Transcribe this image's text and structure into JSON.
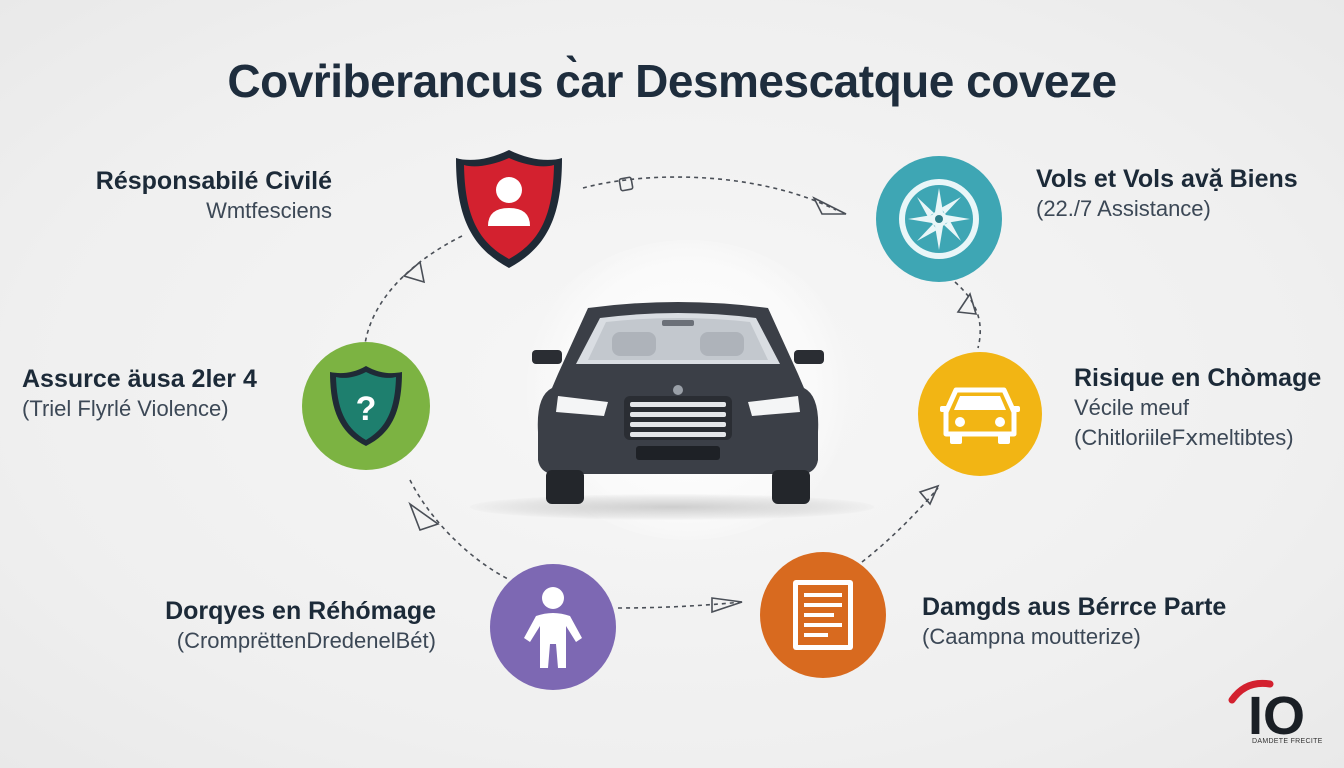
{
  "title": "Covṙiberancus c̀ar Desmescatque coveze",
  "nodes": [
    {
      "id": "shield-red",
      "icon": "shield-person-icon",
      "color": "#d3212f"
    },
    {
      "id": "wheel",
      "icon": "wheel-icon",
      "color": "#3ea6b4"
    },
    {
      "id": "shield-green",
      "icon": "shield-question-icon",
      "color": "#7cb342"
    },
    {
      "id": "car-yellow",
      "icon": "car-front-icon",
      "color": "#f2b514"
    },
    {
      "id": "person",
      "icon": "person-icon",
      "color": "#7d68b3"
    },
    {
      "id": "document",
      "icon": "document-icon",
      "color": "#d86a1f"
    }
  ],
  "labels": {
    "top_left": {
      "head": "Résponsabilé Civilé",
      "sub": "Wmtfesciens"
    },
    "top_right": {
      "head": "Vols et Vols avặ Biens",
      "sub": "(22./7 Assistance)"
    },
    "mid_left": {
      "head": "Assurce äusa 2ler 4",
      "sub": "(Triel Flyrlé Violence)"
    },
    "mid_right": {
      "head": "Risique en Chòmage",
      "sub": "Vécile meuf",
      "sub2": "(ChitloriileFⅹmeltibtes)"
    },
    "bottom_left": {
      "head": "Dorqyes en Réhómage",
      "sub": "(CromprëttenDredenelBét)"
    },
    "bottom_right": {
      "head": "Damgds aus Bérrce Parte",
      "sub": "(Caampna moutterize)"
    }
  },
  "brand": {
    "mark": "IO",
    "tagline": "DAMDETE FRECITE",
    "accent": "#d3212f"
  },
  "colors": {
    "title": "#1e2d3d",
    "car_body": "#3b3f47",
    "arrow": "#4a4f57"
  }
}
